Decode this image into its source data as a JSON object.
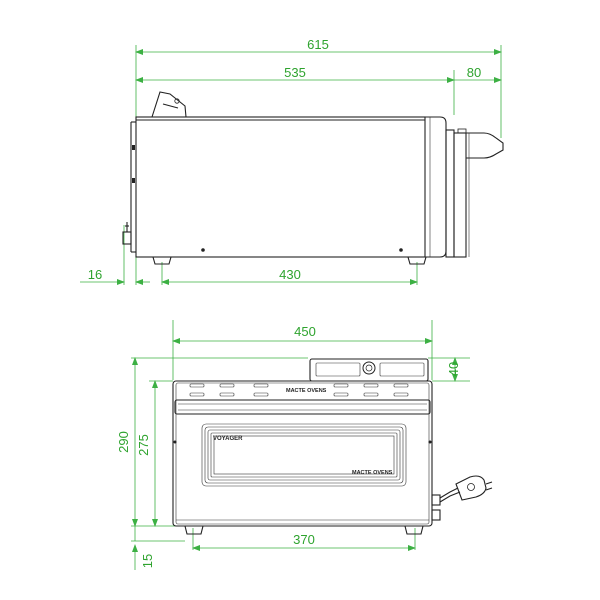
{
  "side_view": {
    "dimensions": {
      "overall_length": "615",
      "body_length": "535",
      "protrusion": "80",
      "foot_inset": "16",
      "foot_spacing": "430"
    }
  },
  "front_view": {
    "dimensions": {
      "width": "450",
      "control_height": "40",
      "total_height": "290",
      "body_height": "275",
      "foot_height": "15",
      "foot_spacing": "370"
    },
    "branding": {
      "top_logo": "MACTE OVENS",
      "model_logo": "VOYAGER",
      "bottom_logo": "MACTE OVENS"
    }
  },
  "colors": {
    "dimension_lines": "#3cb043",
    "dimension_text": "#2ea32e",
    "outline": "#222222"
  }
}
